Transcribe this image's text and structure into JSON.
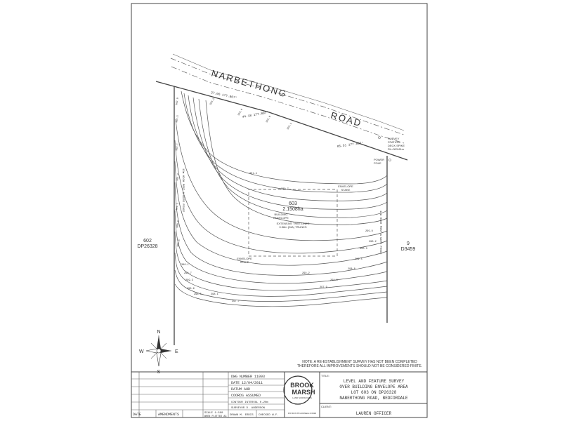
{
  "road": {
    "name_line1": "NARBETHONG",
    "name_line2": "ROAD"
  },
  "lot": {
    "number": "603",
    "area": "2.1508ha",
    "building_envelope_label": [
      "BUILDING",
      "ENVELOPE"
    ],
    "trees_label": [
      "EXTENSIVE TREE LINES",
      "0.38m (DIA) TRUNKS"
    ],
    "envelope_stake_top": [
      "ENVELOPE",
      "STAKE"
    ],
    "envelope_stake_bottom": [
      "ENVELOPE",
      "STAKE"
    ]
  },
  "adjacent": {
    "left_lot": "602",
    "left_plan": "DP26328",
    "right_lot": "9",
    "right_plan": "D3459"
  },
  "boundary_labels": {
    "left": "13m HIGH POST & WIRE FENCE",
    "right": "12m HIGH POST & WIRE FENCE"
  },
  "survey_station": [
    "SURVEY",
    "STATION",
    "DECK SPIKE",
    "RL=303.81m"
  ],
  "power_pole": [
    "POWER",
    "POLE"
  ],
  "survey_note": [
    "NOTE: A RE-ESTABLISHMENT SURVEY HAS NOT BEEN COMPLETED",
    "THEREFORE ALL IMPROVEMENTS SHOULD NOT BE CONSIDERED FINITE."
  ],
  "compass": {
    "n": "N",
    "s": "S",
    "e": "E",
    "w": "W"
  },
  "title_block": {
    "dwg_number": "DWG NUMBER  11093",
    "date_row": "DATE        12/04/2011",
    "datum_row": "DATUM       AHD",
    "coords_row": "COORDS      ASSUMED",
    "contour_row": "CONTOUR INTERVAL  0.20m",
    "surveyor_row": "SURVEYOR    D. ANDERSON",
    "date_label": "DATE",
    "amendments_label": "AMENDMENTS",
    "scale_line1": "SCALE 1:500",
    "scale_line2": "WHEN PLOTTED A3",
    "drawn_row": "DRAWN M. ERDIS",
    "checked_row": "CHECKED W.F.",
    "title_label": "TITLE:",
    "title_lines": [
      "LEVEL AND FEATURE SURVEY",
      "OVER BUILDING ENVELOPE AREA",
      "LOT 603 ON DP26328",
      "NABERTHONG ROAD, BEDFORDALE"
    ],
    "client_label": "CLIENT:",
    "client_name": "LAUREN OFFICER",
    "firm_line1": "BROOK",
    "firm_line2": "MARSH",
    "firm_sub": "LAND SURVEYORS",
    "firm_contact": "PO BOX 85 GOSNELLS 6990"
  },
  "spot_levels": [
    "302.9",
    "302.5",
    "302.1",
    "301.7",
    "301.3",
    "300.9",
    "300.5",
    "300.1",
    "299.7",
    "299.3",
    "298.9",
    "298.5",
    "298.1",
    "297.7",
    "301.4",
    "300.7",
    "299.2",
    "298.6",
    "303.2",
    "303.6",
    "302.8",
    "301.1",
    "299.8",
    "298.2",
    "300.3",
    "299.5",
    "298.8",
    "297.9"
  ]
}
